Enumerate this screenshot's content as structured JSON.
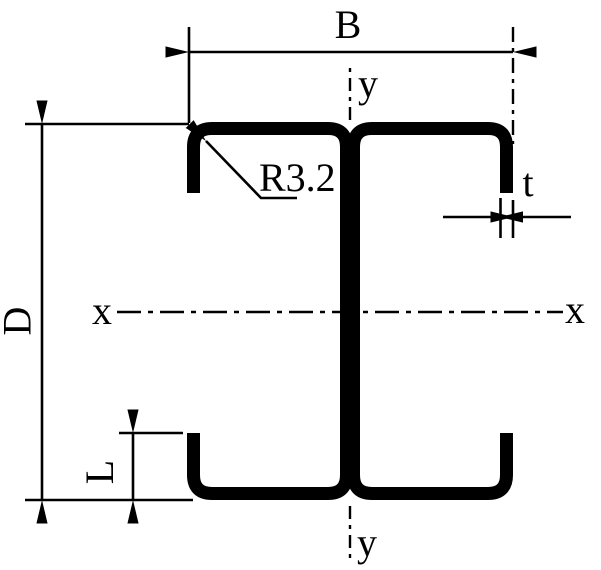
{
  "drawing": {
    "dimension_labels": {
      "overall_width": "B",
      "overall_depth": "D",
      "lip_length": "L",
      "thickness": "t",
      "corner_radius": "R3.2"
    },
    "axis_labels": {
      "x_left": "x",
      "x_right": "x",
      "y_top": "y",
      "y_bottom": "y"
    },
    "colors": {
      "ink": "#000000",
      "background": "#ffffff"
    }
  }
}
